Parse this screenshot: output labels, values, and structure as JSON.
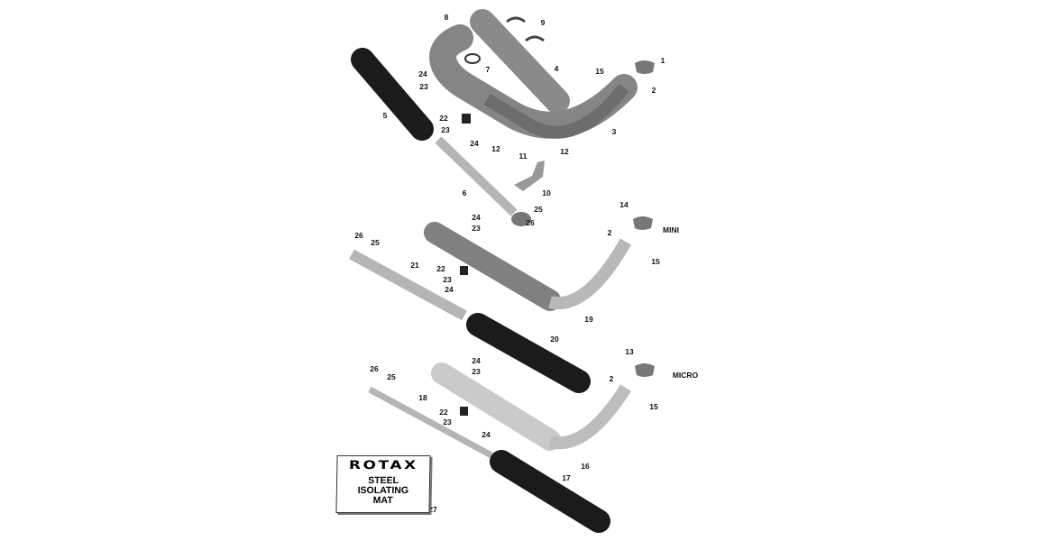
{
  "callouts": [
    "8",
    "9",
    "1",
    "7",
    "4",
    "15",
    "2",
    "24",
    "23",
    "5",
    "22",
    "23",
    "3",
    "24",
    "12",
    "11",
    "12",
    "10",
    "6",
    "25",
    "26",
    "14",
    "24",
    "23",
    "MINI",
    "2",
    "26",
    "25",
    "15",
    "21",
    "22",
    "23",
    "24",
    "19",
    "20",
    "13",
    "24",
    "23",
    "MICRO",
    "2",
    "26",
    "25",
    "18",
    "15",
    "22",
    "23",
    "24",
    "16",
    "17",
    "27"
  ],
  "mat": {
    "logo": "ROTAX",
    "line1": "STEEL",
    "line2": "ISOLATING",
    "line3": "MAT"
  },
  "colors": {
    "black_sleeve": "#1b1b1b",
    "muffler_dark": "#7e7e7e",
    "pipe_light": "#b8b8b8",
    "muffler_light": "#cacaca"
  }
}
